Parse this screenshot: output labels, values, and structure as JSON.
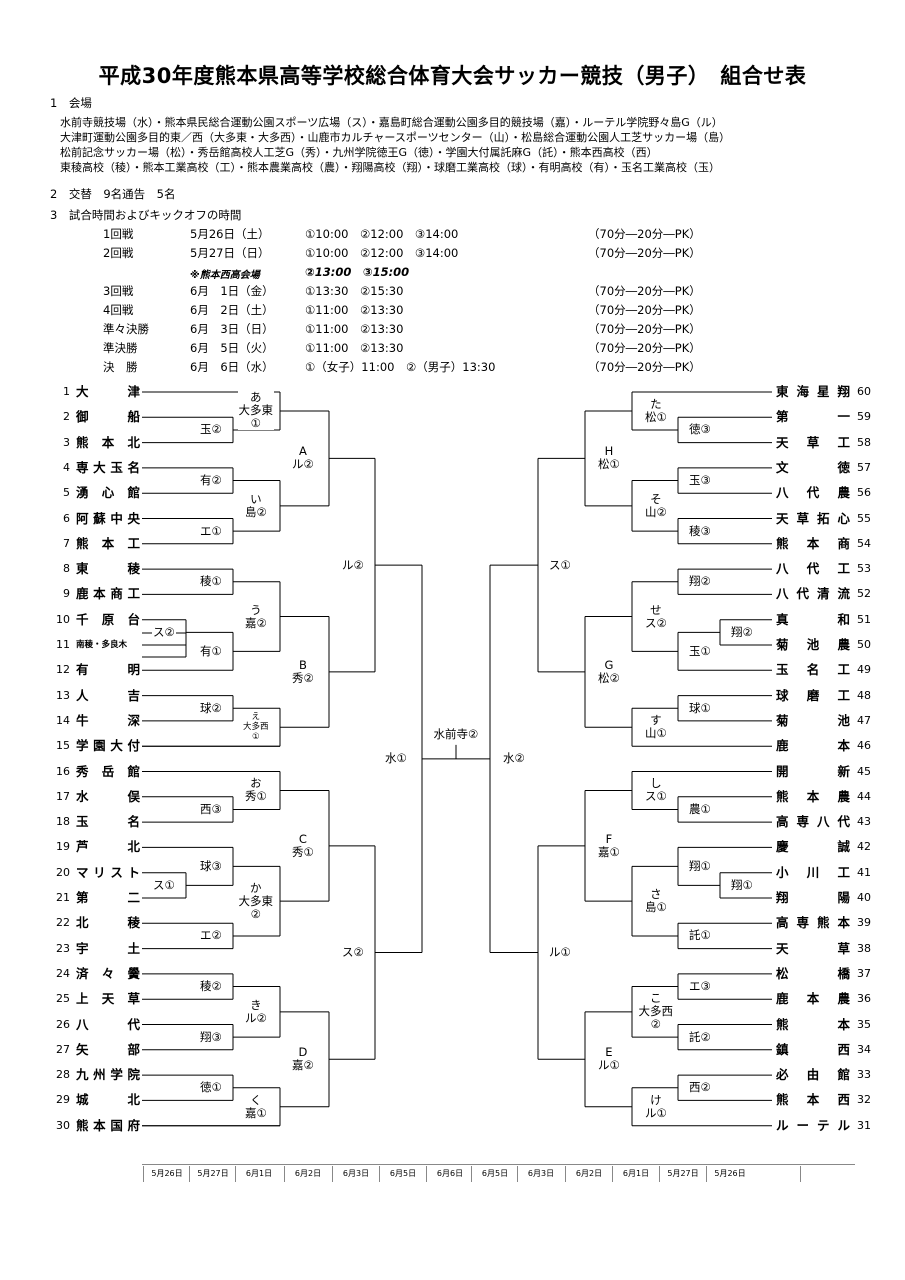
{
  "title": "平成30年度熊本県高等学校総合体育大会サッカー競技（男子）　組合せ表",
  "sections": {
    "venue_head": "1　会場",
    "venue_lines": [
      "水前寺競技場（水）・熊本県民総合運動公園スポーツ広場（ス）・嘉島町総合運動公園多目的競技場（嘉）・ルーテル学院野々島G（ル）",
      "大津町運動公園多目的東／西（大多東・大多西）・山鹿市カルチャースポーツセンター（山）・松島総合運動公園人工芝サッカー場（島）",
      "松前記念サッカー場（松）・秀岳館高校人工芝G（秀）・九州学院徳王G（徳）・学園大付属託麻G（託）・熊本西高校（西）",
      "東稜高校（稜）・熊本工業高校（工）・熊本農業高校（農）・翔陽高校（翔）・球磨工業高校（球）・有明高校（有）・玉名工業高校（玉）"
    ],
    "sub_head": "2　交替　9名通告　5名",
    "time_head": "3　試合時間およびキックオフの時間"
  },
  "schedule": [
    {
      "round": "1回戦",
      "date": "5月26日（土）",
      "times": "①10:00　②12:00　③14:00",
      "format": "（70分―20分―PK）"
    },
    {
      "round": "2回戦",
      "date": "5月27日（日）",
      "times": "①10:00　②12:00　③14:00",
      "format": "（70分―20分―PK）"
    },
    {
      "round": "",
      "date": "※熊本西高会場",
      "times": "②13:00　③15:00",
      "format": ""
    },
    {
      "round": "3回戦",
      "date": "6月　1日（金）",
      "times": "①13:30　②15:30",
      "format": "（70分―20分―PK）"
    },
    {
      "round": "4回戦",
      "date": "6月　2日（土）",
      "times": "①11:00　②13:30",
      "format": "（70分―20分―PK）"
    },
    {
      "round": "準々決勝",
      "date": "6月　3日（日）",
      "times": "①11:00　②13:30",
      "format": "（70分―20分―PK）"
    },
    {
      "round": "準決勝",
      "date": "6月　5日（火）",
      "times": "①11:00　②13:30",
      "format": "（70分―20分―PK）"
    },
    {
      "round": "決　勝",
      "date": "6月　6日（水）",
      "times": "①（女子）11:00　②（男子）13:30",
      "format": "（70分―20分―PK）"
    }
  ],
  "left_teams": [
    {
      "seed": "1",
      "name": "大津"
    },
    {
      "seed": "2",
      "name": "御船"
    },
    {
      "seed": "3",
      "name": "熊本北"
    },
    {
      "seed": "4",
      "name": "専大玉名"
    },
    {
      "seed": "5",
      "name": "湧心館"
    },
    {
      "seed": "6",
      "name": "阿蘇中央"
    },
    {
      "seed": "7",
      "name": "熊本工"
    },
    {
      "seed": "8",
      "name": "東稜"
    },
    {
      "seed": "9",
      "name": "鹿本商工"
    },
    {
      "seed": "10",
      "name": "千原台"
    },
    {
      "seed": "11",
      "name": "南稜・多良木"
    },
    {
      "seed": "12",
      "name": "有明"
    },
    {
      "seed": "13",
      "name": "人吉"
    },
    {
      "seed": "14",
      "name": "牛深"
    },
    {
      "seed": "15",
      "name": "学園大付"
    },
    {
      "seed": "16",
      "name": "秀岳館"
    },
    {
      "seed": "17",
      "name": "水俣"
    },
    {
      "seed": "18",
      "name": "玉名"
    },
    {
      "seed": "19",
      "name": "芦北"
    },
    {
      "seed": "20",
      "name": "マリスト"
    },
    {
      "seed": "21",
      "name": "第二"
    },
    {
      "seed": "22",
      "name": "北稜"
    },
    {
      "seed": "23",
      "name": "宇土"
    },
    {
      "seed": "24",
      "name": "済々黌"
    },
    {
      "seed": "25",
      "name": "上天草"
    },
    {
      "seed": "26",
      "name": "八代"
    },
    {
      "seed": "27",
      "name": "矢部"
    },
    {
      "seed": "28",
      "name": "九州学院"
    },
    {
      "seed": "29",
      "name": "城北"
    },
    {
      "seed": "30",
      "name": "熊本国府"
    }
  ],
  "right_teams": [
    {
      "seed": "60",
      "name": "東海星翔"
    },
    {
      "seed": "59",
      "name": "第一"
    },
    {
      "seed": "58",
      "name": "天草工"
    },
    {
      "seed": "57",
      "name": "文徳"
    },
    {
      "seed": "56",
      "name": "八代農"
    },
    {
      "seed": "55",
      "name": "天草拓心"
    },
    {
      "seed": "54",
      "name": "熊本商"
    },
    {
      "seed": "53",
      "name": "八代工"
    },
    {
      "seed": "52",
      "name": "八代清流"
    },
    {
      "seed": "51",
      "name": "真和"
    },
    {
      "seed": "50",
      "name": "菊池農"
    },
    {
      "seed": "49",
      "name": "玉名工"
    },
    {
      "seed": "48",
      "name": "球磨工"
    },
    {
      "seed": "47",
      "name": "菊池"
    },
    {
      "seed": "46",
      "name": "鹿本"
    },
    {
      "seed": "45",
      "name": "開新"
    },
    {
      "seed": "44",
      "name": "熊本農"
    },
    {
      "seed": "43",
      "name": "高専八代"
    },
    {
      "seed": "42",
      "name": "慶誠"
    },
    {
      "seed": "41",
      "name": "小川工"
    },
    {
      "seed": "40",
      "name": "翔陽"
    },
    {
      "seed": "39",
      "name": "高専熊本"
    },
    {
      "seed": "38",
      "name": "天草"
    },
    {
      "seed": "37",
      "name": "松橋"
    },
    {
      "seed": "36",
      "name": "鹿本農"
    },
    {
      "seed": "35",
      "name": "熊本"
    },
    {
      "seed": "34",
      "name": "鎮西"
    },
    {
      "seed": "33",
      "name": "必由館"
    },
    {
      "seed": "32",
      "name": "熊本西"
    },
    {
      "seed": "31",
      "name": "ルーテル"
    }
  ],
  "labels": {
    "l_r1a": "ス②",
    "l_r1b": "ス①",
    "l_r2_1": "玉②",
    "l_r2_2": "有②",
    "l_r2_3": "エ①",
    "l_r2_4": "稜①",
    "l_r2_5": "有①",
    "l_r2_6": "球②",
    "l_r2_7": "西③",
    "l_r2_8": "球③",
    "l_r2_9": "エ②",
    "l_r2_10": "稜②",
    "l_r2_11": "翔③",
    "l_r2_12": "徳①",
    "l_r3_1": "あ\n大多東\n①",
    "l_r3_2": "い\n島②",
    "l_r3_3": "う\n嘉②",
    "l_r3_4": "え\n大多西\n①",
    "l_r3_5": "お\n秀①",
    "l_r3_6": "か\n大多東\n②",
    "l_r3_7": "き\nル②",
    "l_r3_8": "く\n嘉①",
    "l_r4_A": "A\nル②",
    "l_r4_B": "B\n秀②",
    "l_r4_C": "C\n秀①",
    "l_r4_D": "D\n嘉②",
    "l_qf1": "ル②",
    "l_qf2": "ス②",
    "l_sf": "水①",
    "final": "水前寺②",
    "r_sf": "水②",
    "r_qf1": "ス①",
    "r_qf2": "ル①",
    "r_r4_H": "H\n松①",
    "r_r4_G": "G\n松②",
    "r_r4_F": "F\n嘉①",
    "r_r4_E": "E\nル①",
    "r_r3_1": "た\n松①",
    "r_r3_2": "そ\n山②",
    "r_r3_3": "せ\nス②",
    "r_r3_4": "す\n山①",
    "r_r3_5": "し\nス①",
    "r_r3_6": "さ\n島①",
    "r_r3_7": "こ\n大多西\n②",
    "r_r3_8": "け\nル①",
    "r_r2_1": "徳③",
    "r_r2_2": "玉③",
    "r_r2_3": "稜③",
    "r_r2_4": "翔②",
    "r_r2_5": "玉①",
    "r_r2_6": "球①",
    "r_r2_7": "農①",
    "r_r2_8": "翔①",
    "r_r2_9": "託①",
    "r_r2_10": "エ③",
    "r_r2_11": "託②",
    "r_r2_12": "西②",
    "r_r1a": "翔②",
    "r_r1b": "翔①"
  },
  "dates_left": [
    "5月26日",
    "5月27日",
    "6月1日",
    "6月2日",
    "6月3日",
    "6月5日"
  ],
  "date_center": "6月6日",
  "dates_right": [
    "6月5日",
    "6月3日",
    "6月2日",
    "6月1日",
    "5月27日",
    "5月26日"
  ]
}
